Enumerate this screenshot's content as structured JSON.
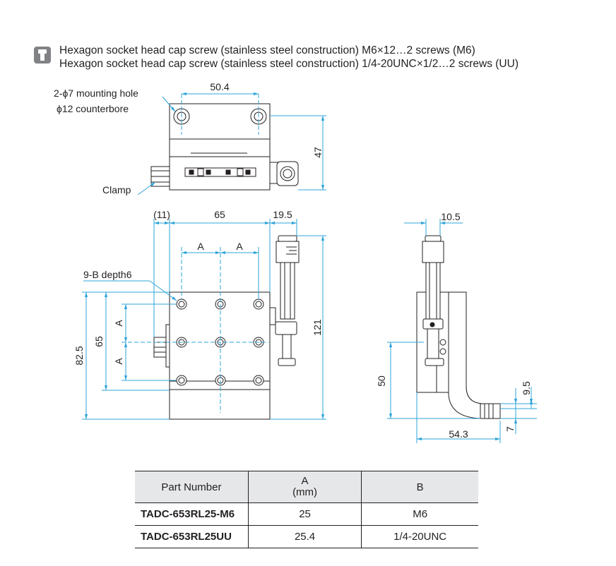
{
  "note": {
    "icon": "screw-icon",
    "lines": [
      "Hexagon socket head cap screw (stainless steel construction) M6×12…2 screws (M6)",
      "Hexagon socket head cap screw (stainless steel construction) 1/4-20UNC×1/2…2 screws (UU)"
    ]
  },
  "top_view": {
    "mounting_hole_label": "2-ϕ7 mounting hole",
    "counterbore_label": "ϕ12 counterbore",
    "clamp_label": "Clamp",
    "width_dim": "50.4",
    "height_dim": "47"
  },
  "front_view": {
    "dim_11": "(11)",
    "dim_65_top": "65",
    "dim_19_5": "19.5",
    "dim_a1": "A",
    "dim_a2": "A",
    "tap_label": "9-B depth6",
    "dim_a_v1": "A",
    "dim_a_v2": "A",
    "dim_65_left": "65",
    "dim_82_5": "82.5",
    "dim_121": "121"
  },
  "side_view": {
    "dim_10_5": "10.5",
    "dim_50": "50",
    "dim_9_5": "9.5",
    "dim_7": "7",
    "dim_54_3": "54.3"
  },
  "colors": {
    "dimension_line": "#2fa4d8",
    "outline": "#231f20",
    "body_fill": "#ffffff",
    "header_fill": "#e6e7e8"
  },
  "table": {
    "headers": {
      "part_number": "Part Number",
      "a": "A",
      "a_unit": "(mm)",
      "b": "B"
    },
    "rows": [
      {
        "part_number": "TADC-653RL25-M6",
        "a": "25",
        "b": "M6"
      },
      {
        "part_number": "TADC-653RL25UU",
        "a": "25.4",
        "b": "1/4-20UNC"
      }
    ]
  }
}
